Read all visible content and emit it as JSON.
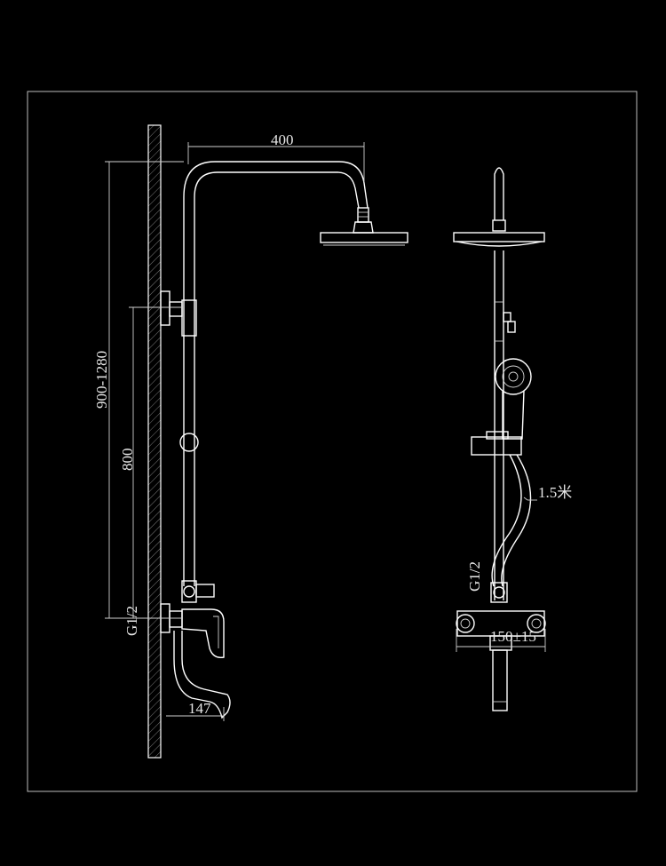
{
  "labels": {
    "arm_length": "400",
    "total_height": "900-1280",
    "mount_height": "800",
    "thread_left": "G1/2",
    "spout_reach": "147",
    "hose_length": "1.5米",
    "thread_right": "G1/2",
    "centre_distance": "150±15"
  },
  "colors": {
    "background": "#000000",
    "line": "#ffffff",
    "frame": "#bdbdbd"
  }
}
